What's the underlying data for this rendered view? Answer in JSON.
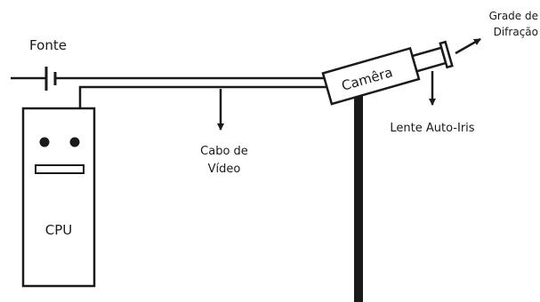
{
  "labels": {
    "source": "Fonte",
    "cpu": "CPU",
    "video_cable_line1": "Cabo de",
    "video_cable_line2": "Vídeo",
    "camera": "Camêra",
    "lens": "Lente Auto-Iris",
    "grating_line1": "Grade de",
    "grating_line2": "Difração"
  }
}
